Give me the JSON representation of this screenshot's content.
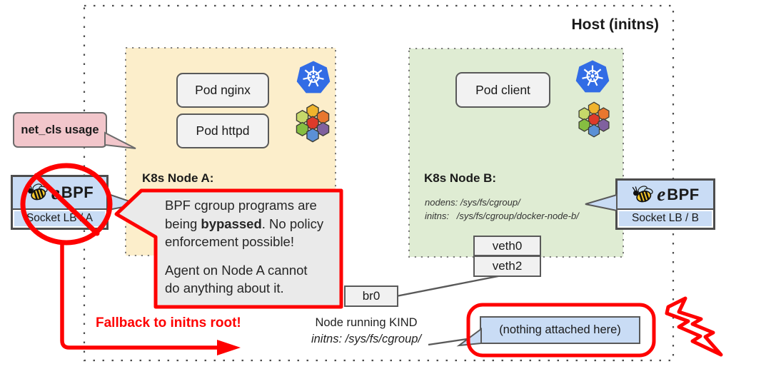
{
  "host": {
    "label": "Host (initns)"
  },
  "node_a": {
    "title": "K8s Node A:",
    "pods": [
      "Pod nginx",
      "Pod httpd"
    ],
    "truncated_text": "no"
  },
  "node_b": {
    "title": "K8s Node B:",
    "pods": [
      "Pod client"
    ],
    "nodens_line": "nodens: /sys/fs/cgroup/",
    "initns_line": "initns:   /sys/fs/cgroup/docker-node-b/"
  },
  "socket_lb_a": {
    "logo_e": "e",
    "logo_bpf": "BPF",
    "label": "Socket LB / A"
  },
  "socket_lb_b": {
    "logo_e": "e",
    "logo_bpf": "BPF",
    "label": "Socket LB / B"
  },
  "net_cls_bubble": {
    "label": "net_cls usage"
  },
  "callout": {
    "line1": "BPF cgroup programs are",
    "line2_pre": "being ",
    "line2_bold": "bypassed",
    "line2_post": ". No policy",
    "line3": "enforcement possible!",
    "line4": "Agent on Node A cannot",
    "line5": "do anything about it."
  },
  "interfaces": {
    "veth0": "veth0",
    "veth2": "veth2",
    "br0": "br0"
  },
  "fallback_label": "Fallback to initns root!",
  "kind_note": {
    "line1": "Node running KIND",
    "line2": "initns: /sys/fs/cgroup/"
  },
  "nothing_attached_label": "(nothing attached here)",
  "icons": {
    "kubernetes": "kubernetes-wheel-icon",
    "hexagon_cluster": "seven-hexagon-cluster-icon",
    "ebpf_bee": "bee-icon",
    "prohibition": "no-entry-icon",
    "lightning": "lightning-bolt-icon"
  },
  "colors": {
    "node_a_bg": "#FCEECB",
    "node_b_bg": "#DFECD3",
    "ebpf_box_bg": "#C9DCF5",
    "pod_box_bg": "#F2F2F2",
    "net_cls_bg": "#F2C6CB",
    "callout_bg": "#EAEAEA",
    "alert_red": "#FE0000",
    "border_gray": "#595959",
    "kubernetes_blue": "#326CE5"
  }
}
